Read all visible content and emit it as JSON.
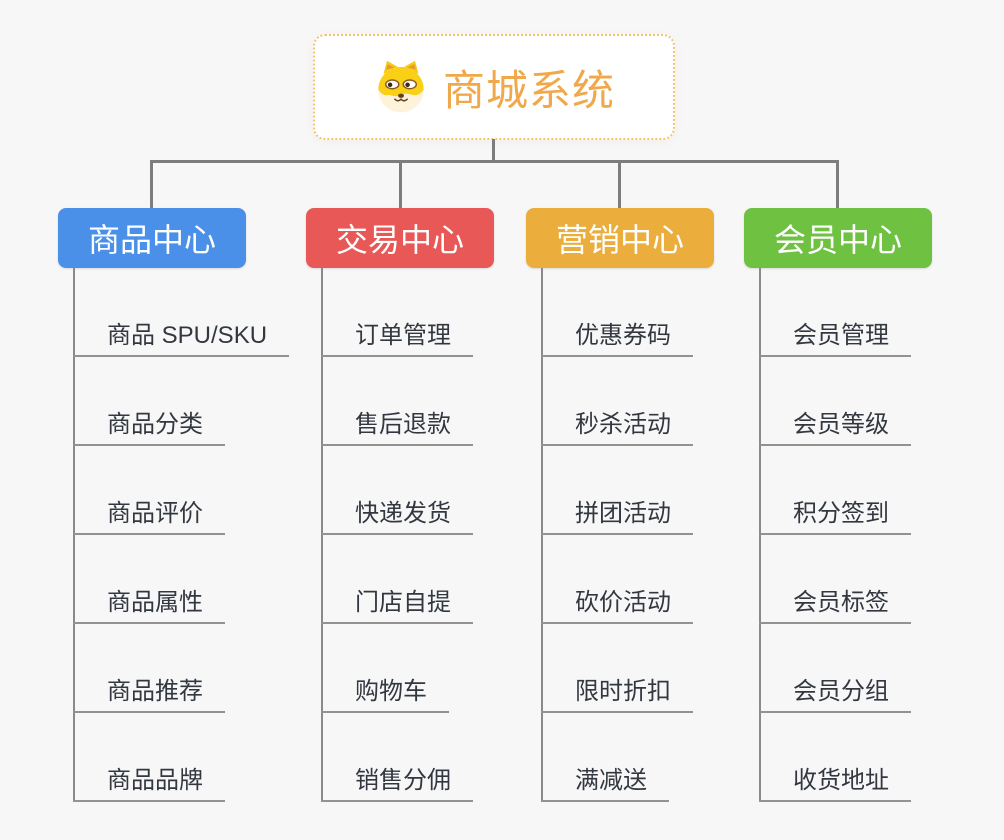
{
  "root": {
    "title": "商城系统",
    "icon": "dog-face-icon",
    "title_color": "#f0a84a",
    "border_color": "#f2c46f"
  },
  "connector_color": "#7d7d7d",
  "background_color": "#f7f7f7",
  "leaf_text_color": "#333840",
  "leaf_line_color": "#929292",
  "branches": [
    {
      "label": "商品中心",
      "color": "#4b90e8",
      "children": [
        "商品 SPU/SKU",
        "商品分类",
        "商品评价",
        "商品属性",
        "商品推荐",
        "商品品牌"
      ]
    },
    {
      "label": "交易中心",
      "color": "#e85856",
      "children": [
        "订单管理",
        "售后退款",
        "快递发货",
        "门店自提",
        "购物车",
        "销售分佣"
      ]
    },
    {
      "label": "营销中心",
      "color": "#ebad3c",
      "children": [
        "优惠券码",
        "秒杀活动",
        "拼团活动",
        "砍价活动",
        "限时折扣",
        "满减送"
      ]
    },
    {
      "label": "会员中心",
      "color": "#6fc142",
      "children": [
        "会员管理",
        "会员等级",
        "积分签到",
        "会员标签",
        "会员分组",
        "收货地址"
      ]
    }
  ]
}
